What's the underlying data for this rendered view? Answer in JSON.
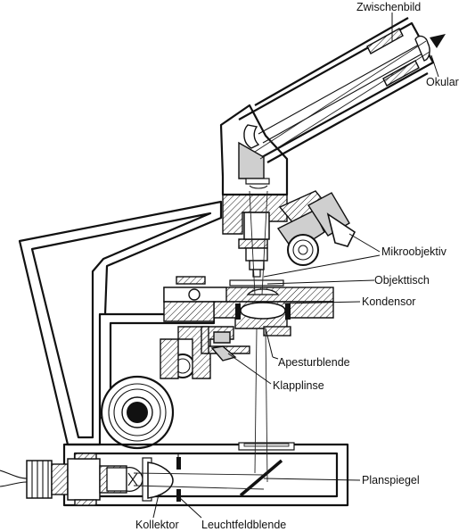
{
  "labels": {
    "zwischenbild": "Zwischenbild",
    "okular": "Okular",
    "mikroobjektiv": "Mikroobjektiv",
    "objekttisch": "Objekttisch",
    "kondensor": "Kondensor",
    "apesturblende": "Apesturblende",
    "klapplinse": "Klapplinse",
    "planspiegel": "Planspiegel",
    "kollektor": "Kollektor",
    "leuchtfeldblende": "Leuchtfeldblende"
  }
}
